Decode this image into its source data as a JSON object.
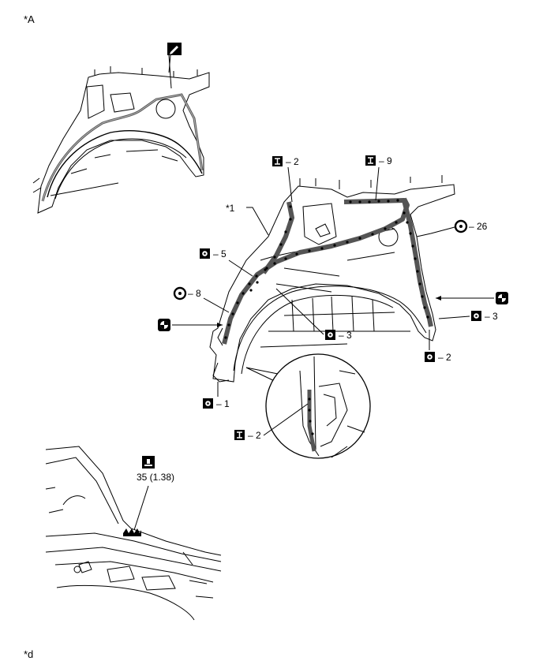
{
  "figure_label_top": "*A",
  "figure_label_bottom": "*d",
  "callout_panel_label": "*1",
  "torque_value": "35 (1.38)",
  "annotations": {
    "i2_top": "2",
    "i9_top": "9",
    "o26": "26",
    "o5": "5",
    "o8": "8",
    "o3_mid": "3",
    "o3_right": "3",
    "o2_right": "2",
    "o1": "1",
    "i2_detail": "2"
  },
  "icons": {
    "marker_pen": "marker-pen-icon",
    "spot_weld": "spot-weld-square-icon",
    "plug_weld": "plug-weld-square-icon",
    "double_circle": "double-circle-weld-icon",
    "brazing": "brazing-circle-icon",
    "torque_wrench": "torque-wrench-icon"
  },
  "colors": {
    "line": "#000000",
    "weld_band": "#555555",
    "weld_dot": "#000000"
  }
}
